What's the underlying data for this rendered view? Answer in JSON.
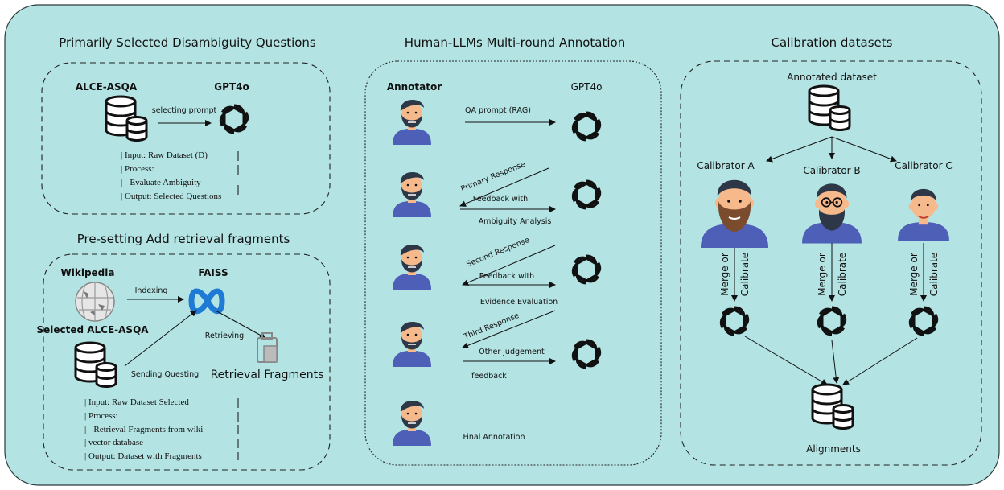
{
  "colors": {
    "background": "#b4e3e3",
    "shirt": "#4d5fb7",
    "skin": "#f5b98b",
    "hair": "#2d3747"
  },
  "panel1": {
    "title": "Primarily Selected Disambiguity Questions",
    "source": "ALCE-ASQA",
    "target": "GPT4o",
    "arrow_label": "selecting prompt",
    "process": [
      "| Input: Raw Dataset (D)",
      "| Process:",
      "| - Evaluate Ambiguity",
      "| Output: Selected Questions"
    ]
  },
  "panel2": {
    "title": "Pre-setting Add retrieval fragments",
    "wiki": "Wikipedia",
    "faiss": "FAISS",
    "indexing": "Indexing",
    "retrieving": "Retrieving",
    "selected": "Selected ALCE-ASQA",
    "sending": "Sending Questing",
    "fragments": "Retrieval Fragments",
    "process": [
      "| Input: Raw Dataset Selected",
      "| Process:",
      "| - Retrieval Fragments from wiki",
      "|    vector database",
      "| Output: Dataset with Fragments"
    ]
  },
  "panel3": {
    "title": "Human-LLMs Multi-round Annotation",
    "annotator": "Annotator",
    "gpt": "GPT4o",
    "steps": {
      "qa": "QA  prompt (RAG)",
      "primary": "Primary Response",
      "feedback1": "Feedback with",
      "feedback1b": "Ambiguity Analysis",
      "second": "Second Response",
      "feedback2": "Feedback with",
      "feedback2b": "Evidence Evaluation",
      "third": "Third Response",
      "other": "Other judgement",
      "feedback3": "feedback",
      "final": "Final Annotation"
    }
  },
  "panel4": {
    "title": "Calibration  datasets",
    "dataset": "Annotated dataset",
    "calibrators": [
      "Calibrator A",
      "Calibrator B",
      "Calibrator C"
    ],
    "merge": "Merge or",
    "calibrate": "Calibrate",
    "output": "Alignments"
  }
}
